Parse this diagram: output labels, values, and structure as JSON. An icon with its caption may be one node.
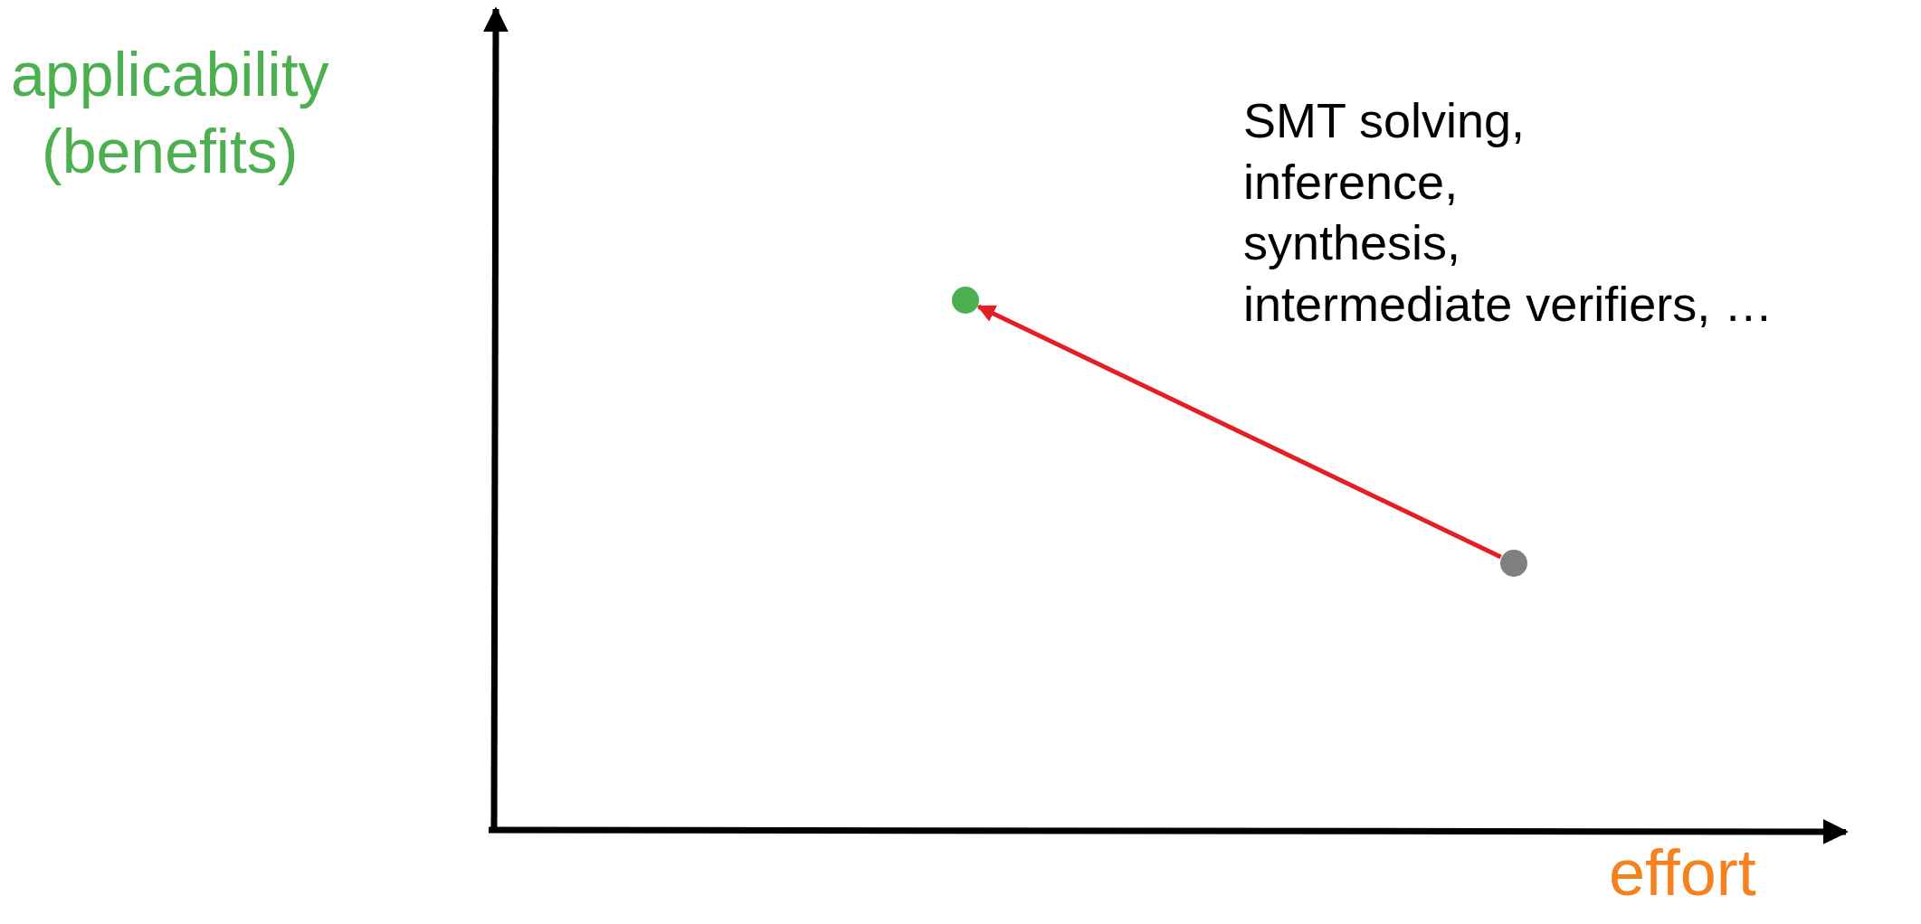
{
  "diagram": {
    "nodes": [
      {
        "text": [],
        "shape": "circle"
      },
      {
        "text": [],
        "shape": "circle"
      }
    ],
    "edges": [
      {
        "from": 1,
        "to": 0,
        "arrow": "to",
        "color": "#e31e24"
      }
    ],
    "labels": [
      "applicability (benefits)",
      "SMT solving, inference, synthesis, intermediate verifiers, …",
      "effort"
    ]
  }
}
